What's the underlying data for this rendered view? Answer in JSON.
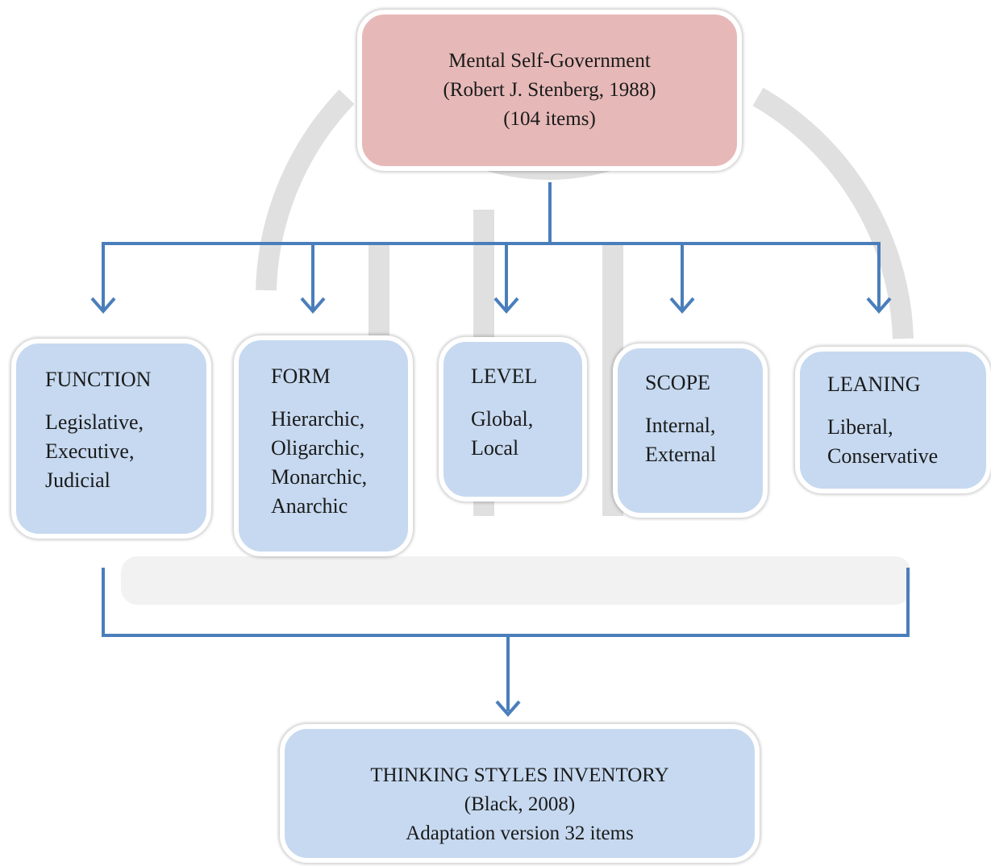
{
  "diagram": {
    "top": {
      "line1": "Mental Self-Government",
      "line2": "(Robert J. Stenberg, 1988)",
      "line3": "(104 items)"
    },
    "categories": [
      {
        "title": "FUNCTION",
        "items": [
          "Legislative,",
          "Executive,",
          "Judicial"
        ]
      },
      {
        "title": "FORM",
        "items": [
          "Hierarchic,",
          "Oligarchic,",
          "Monarchic,",
          "Anarchic"
        ]
      },
      {
        "title": "LEVEL",
        "items": [
          "Global,",
          "Local"
        ]
      },
      {
        "title": "SCOPE",
        "items": [
          "Internal,",
          "External"
        ]
      },
      {
        "title": "LEANING",
        "items": [
          "Liberal,",
          "Conservative"
        ]
      }
    ],
    "bottom": {
      "line1": "THINKING STYLES INVENTORY",
      "line2": "(Black, 2008)",
      "line3": "Adaptation version 32 items"
    },
    "colors": {
      "top_fill": "#e6b9b8",
      "box_fill": "#c6d9f0",
      "connector": "#4a7ebb",
      "watermark": "#d0d0d0"
    }
  }
}
